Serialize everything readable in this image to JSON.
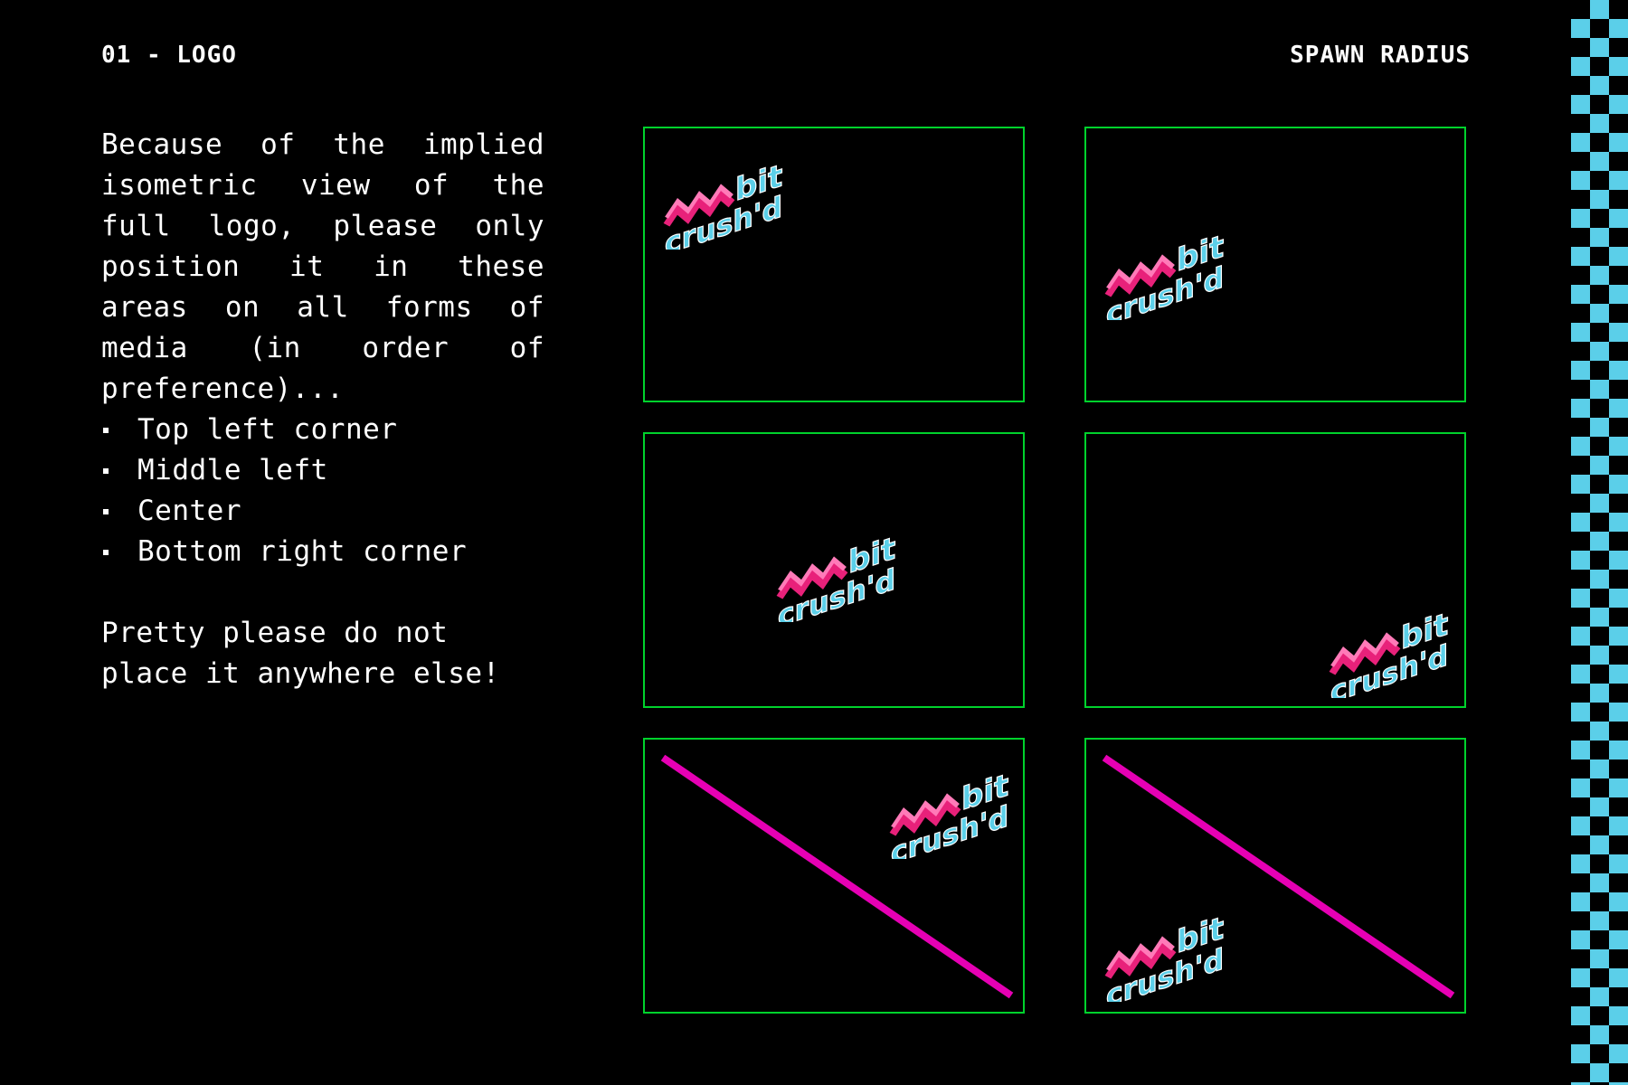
{
  "header": {
    "section": "01 - LOGO",
    "title": "SPAWN RADIUS"
  },
  "body": {
    "intro": "Because of the implied isometric view of the full logo, please only position it in these areas on all forms of media (in order of preference)...",
    "positions": [
      "Top left corner",
      "Middle left",
      "Center",
      "Bottom right corner"
    ],
    "warning": "Pretty please do not place it anywhere else!"
  },
  "logo": {
    "word_top": "bit",
    "word_bottom": "crush'd"
  },
  "panels": [
    {
      "position": "top-left",
      "allowed": true
    },
    {
      "position": "middle-left",
      "allowed": true
    },
    {
      "position": "center",
      "allowed": true
    },
    {
      "position": "bottom-right",
      "allowed": true
    },
    {
      "position": "top-right",
      "allowed": false
    },
    {
      "position": "bottom-left",
      "allowed": false
    }
  ],
  "colors": {
    "background": "#000000",
    "panel_border": "#00d22c",
    "strike_line": "#e600b4",
    "logo_cyan": "#5bcfe9",
    "logo_magenta": "#e8217a",
    "logo_pink": "#ff7ab8",
    "checker": "#5bcfe9"
  }
}
